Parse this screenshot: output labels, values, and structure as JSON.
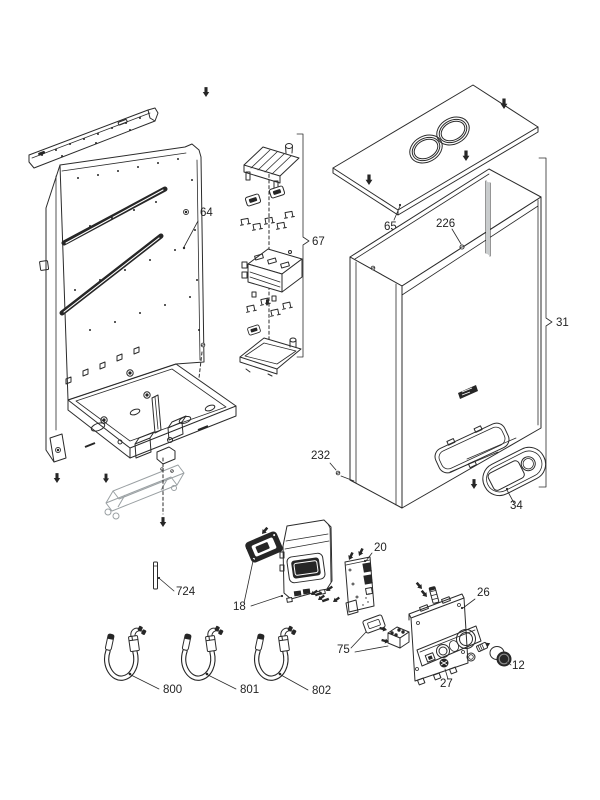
{
  "diagram": {
    "figure_type": "exploded-parts-diagram",
    "colors": {
      "line_color": "#2b2b2b",
      "label_color": "#232323",
      "dark_fill": "#262626",
      "grey_color": "#9aa0a3",
      "background": "#ffffff"
    },
    "callouts": {
      "back_panel": {
        "label": "64"
      },
      "control_group": {
        "label": "67"
      },
      "top_panel": {
        "label": "65"
      },
      "top_panel_screw": {
        "label": "226"
      },
      "casing": {
        "label": "31"
      },
      "casing_screw": {
        "label": "232"
      },
      "inspection_cover": {
        "label": "34"
      },
      "pin": {
        "label": "724"
      },
      "control_panel": {
        "label": "18"
      },
      "pcb": {
        "label": "20"
      },
      "terminal_kit": {
        "label": "75"
      },
      "control_box": {
        "label": "26"
      },
      "small_knob": {
        "label": "27"
      },
      "knob": {
        "label": "12"
      },
      "cable_1": {
        "label": "800"
      },
      "cable_2": {
        "label": "801"
      },
      "cable_3": {
        "label": "802"
      }
    }
  }
}
